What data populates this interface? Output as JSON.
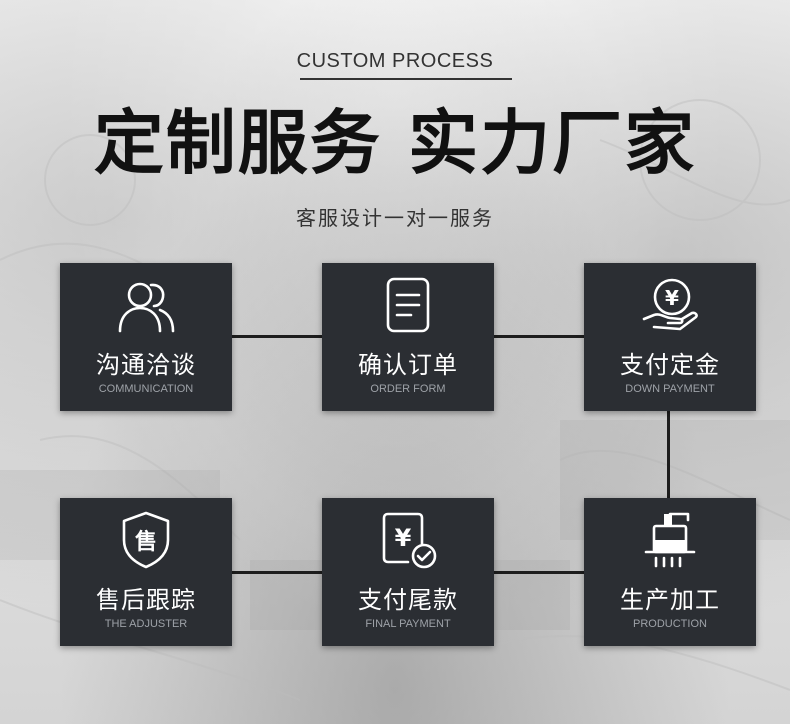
{
  "header": {
    "en_title": "CUSTOM PROCESS",
    "main_title": "定制服务 实力厂家",
    "sub_title": "客服设计一对一服务"
  },
  "steps": [
    {
      "label": "沟通洽谈",
      "sublabel": "COMMUNICATION",
      "icon": "people-icon"
    },
    {
      "label": "确认订单",
      "sublabel": "ORDER FORM",
      "icon": "document-icon"
    },
    {
      "label": "支付定金",
      "sublabel": "DOWN PAYMENT",
      "icon": "yen-hand-icon",
      "icon_text": "¥"
    },
    {
      "label": "生产加工",
      "sublabel": "PRODUCTION",
      "icon": "machine-icon"
    },
    {
      "label": "支付尾款",
      "sublabel": "FINAL PAYMENT",
      "icon": "yen-check-icon",
      "icon_text": "¥"
    },
    {
      "label": "售后跟踪",
      "sublabel": "THE ADJUSTER",
      "icon": "shield-icon",
      "icon_text": "售"
    }
  ],
  "colors": {
    "card_bg": "#2b2e33",
    "card_text": "#ffffff",
    "card_subtext": "#9ea2a8",
    "connector": "#1d1d1d",
    "title_text": "#111111"
  }
}
